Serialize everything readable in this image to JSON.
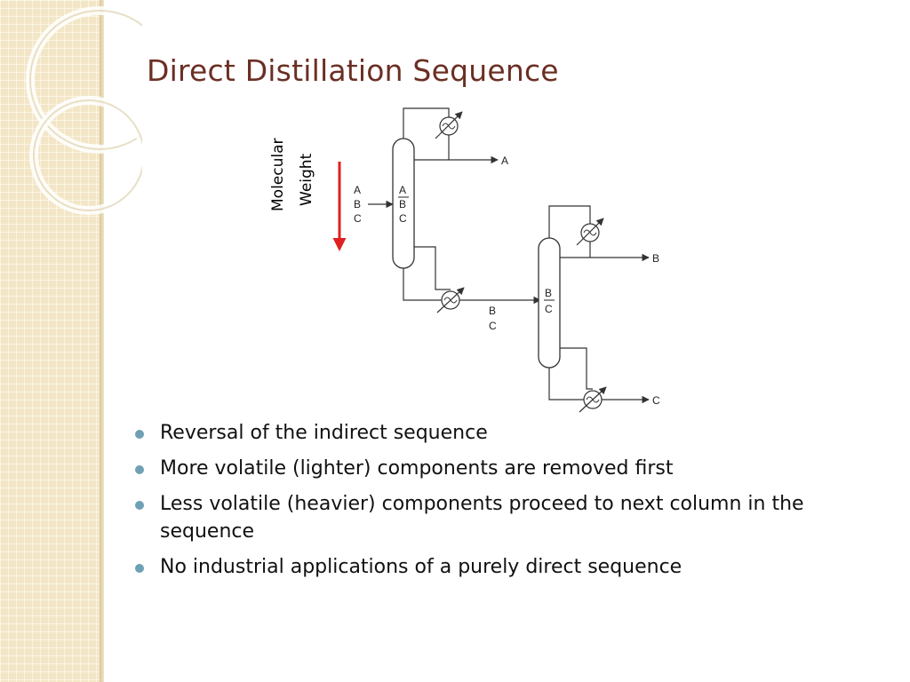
{
  "slide": {
    "title": "Direct Distillation Sequence",
    "accent_color": "#6b2f24",
    "bullet_color": "#6fa0b5",
    "panel_color": "#f3e6c6"
  },
  "diagram": {
    "axis_label_line1": "Molecular",
    "axis_label_line2": "Weight",
    "arrow_color": "#e02020",
    "feed_labels": [
      "A",
      "B",
      "C"
    ],
    "column1_labels": [
      "A",
      "B",
      "C"
    ],
    "column1_distillate": "A",
    "intermediate_labels": [
      "B",
      "C"
    ],
    "column2_labels": [
      "B",
      "C"
    ],
    "column2_distillate": "B",
    "column2_bottoms": "C"
  },
  "bullets": [
    "Reversal of the indirect sequence",
    "More volatile (lighter) components are removed first",
    "Less volatile (heavier) components proceed to next column in the sequence",
    "No industrial applications of a purely direct sequence"
  ]
}
